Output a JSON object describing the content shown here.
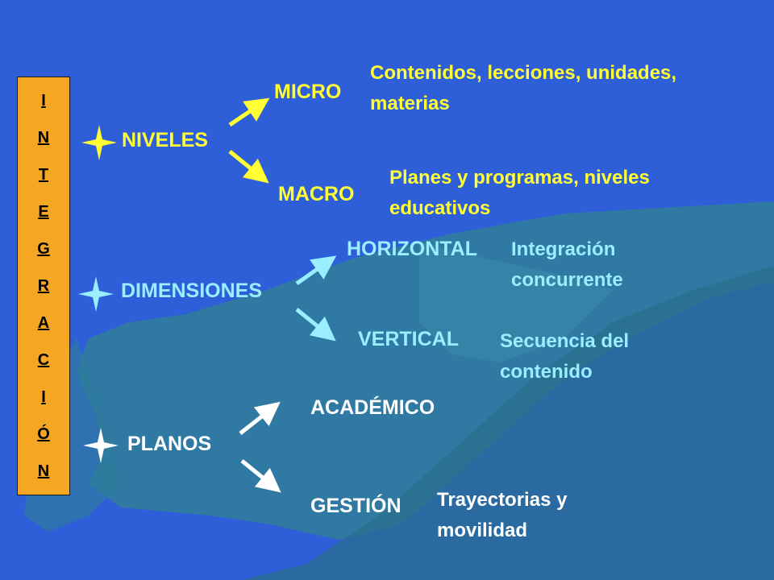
{
  "vertical_word": [
    "I",
    "N",
    "T",
    "E",
    "G",
    "R",
    "A",
    "C",
    "I",
    "Ó",
    "N"
  ],
  "colors": {
    "background": "#2f5fd8",
    "box": "#f5a623",
    "yellow": "#ffff33",
    "cyan": "#99eeff"
  },
  "icons": {
    "star": "four-point-star-icon",
    "arrow": "arrow-icon"
  },
  "niveles": {
    "label": "NIVELES",
    "micro": {
      "label": "MICRO",
      "desc": "Contenidos, lecciones, unidades, materias"
    },
    "macro": {
      "label": "MACRO",
      "desc": "Planes y programas, niveles educativos"
    }
  },
  "dimensiones": {
    "label": "DIMENSIONES",
    "horizontal": {
      "label": "HORIZONTAL",
      "desc": "Integración concurrente"
    },
    "vertical": {
      "label": "VERTICAL",
      "desc": "Secuencia del contenido"
    }
  },
  "planos": {
    "label": "PLANOS",
    "academico": {
      "label": "ACADÉMICO"
    },
    "gestion": {
      "label": "GESTIÓN",
      "desc": "Trayectorias y movilidad"
    }
  }
}
